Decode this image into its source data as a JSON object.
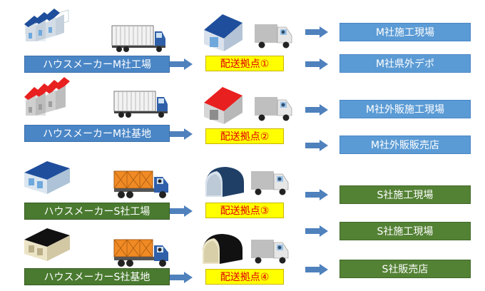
{
  "colors": {
    "blue_source": "#4a86c6",
    "green_source": "#4a7a30",
    "hub_fill": "#ffff00",
    "hub_text": "#e00000",
    "blue_dest": "#5b9bd5",
    "green_dest": "#548235",
    "arrow": "#4f81bd"
  },
  "rows": [
    {
      "source": "ハウスメーカーM社工場",
      "hub": "配送拠点①",
      "source_icon": "blue-factory-icon",
      "truck_icon": "white-box-truck-icon",
      "hub_icon": "blue-warehouse-icon"
    },
    {
      "source": "ハウスメーカーM社基地",
      "hub": "配送拠点②",
      "source_icon": "red-factory-icon",
      "truck_icon": "white-box-truck-icon",
      "hub_icon": "red-warehouse-icon"
    },
    {
      "source": "ハウスメーカーS社工場",
      "hub": "配送拠点③",
      "source_icon": "blue-warehouse-icon",
      "truck_icon": "orange-cargo-truck-icon",
      "hub_icon": "dark-quonset-hut-icon"
    },
    {
      "source": "ハウスメーカーS社基地",
      "hub": "配送拠点④",
      "source_icon": "black-warehouse-icon",
      "truck_icon": "orange-cargo-truck-icon",
      "hub_icon": "black-quonset-hut-icon"
    }
  ],
  "destinations": [
    "M社施工現場",
    "M社県外デポ",
    "M社外販施工現場",
    "M社外販販売店",
    "S社施工現場",
    "S社施工現場",
    "S社販売店"
  ],
  "icons": {
    "small_truck": "small-delivery-truck-icon",
    "arrow": "right-arrow-icon"
  }
}
